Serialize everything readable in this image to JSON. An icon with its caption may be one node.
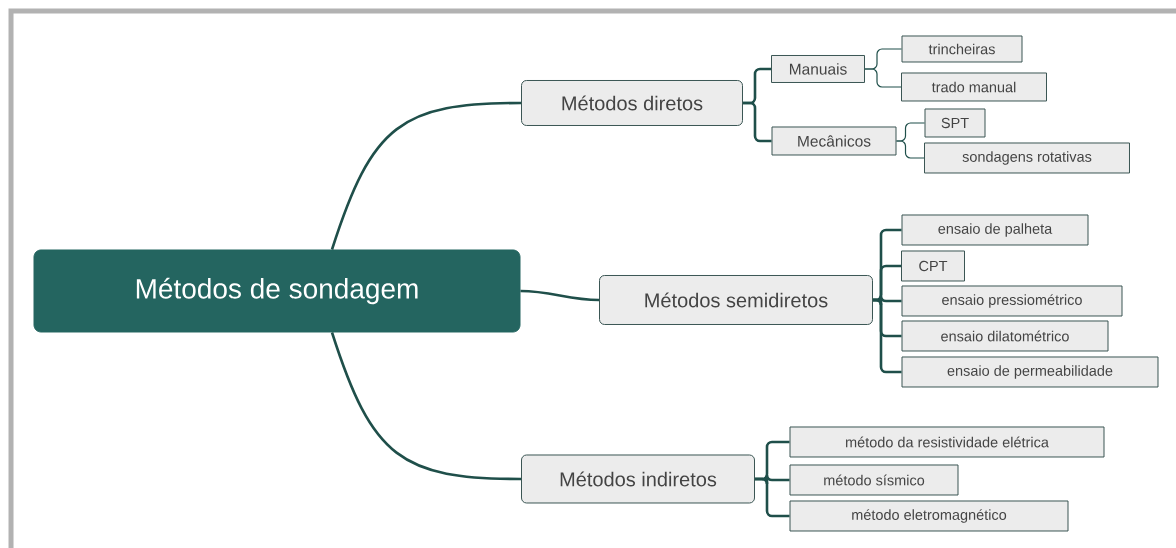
{
  "diagram": {
    "nodes": [
      {
        "text": [
          "Métodos de sondagem"
        ]
      },
      {
        "text": [
          "Métodos diretos"
        ]
      },
      {
        "text": [
          "Manuais"
        ]
      },
      {
        "text": [
          "trincheiras"
        ]
      },
      {
        "text": [
          "trado manual"
        ]
      },
      {
        "text": [
          "Mecânicos"
        ]
      },
      {
        "text": [
          "SPT"
        ]
      },
      {
        "text": [
          "sondagens rotativas"
        ]
      },
      {
        "text": [
          "Métodos semidiretos"
        ]
      },
      {
        "text": [
          "ensaio de palheta"
        ]
      },
      {
        "text": [
          "CPT"
        ]
      },
      {
        "text": [
          "ensaio pressiométrico"
        ]
      },
      {
        "text": [
          "ensaio dilatométrico"
        ]
      },
      {
        "text": [
          "ensaio de permeabilidade"
        ]
      },
      {
        "text": [
          "Métodos indiretos"
        ]
      },
      {
        "text": [
          "método da resistividade elétrica"
        ]
      },
      {
        "text": [
          "método sísmico"
        ]
      },
      {
        "text": [
          "método eletromagnético"
        ]
      }
    ],
    "edges": [
      {
        "from": 0,
        "to": 1,
        "arrow": "none"
      },
      {
        "from": 1,
        "to": 2,
        "arrow": "none"
      },
      {
        "from": 2,
        "to": 3,
        "arrow": "none"
      },
      {
        "from": 2,
        "to": 4,
        "arrow": "none"
      },
      {
        "from": 1,
        "to": 5,
        "arrow": "none"
      },
      {
        "from": 5,
        "to": 6,
        "arrow": "none"
      },
      {
        "from": 5,
        "to": 7,
        "arrow": "none"
      },
      {
        "from": 0,
        "to": 8,
        "arrow": "none"
      },
      {
        "from": 8,
        "to": 9,
        "arrow": "none"
      },
      {
        "from": 8,
        "to": 10,
        "arrow": "none"
      },
      {
        "from": 8,
        "to": 11,
        "arrow": "none"
      },
      {
        "from": 8,
        "to": 12,
        "arrow": "none"
      },
      {
        "from": 8,
        "to": 13,
        "arrow": "none"
      },
      {
        "from": 0,
        "to": 14,
        "arrow": "none"
      },
      {
        "from": 14,
        "to": 15,
        "arrow": "none"
      },
      {
        "from": 14,
        "to": 16,
        "arrow": "none"
      },
      {
        "from": 14,
        "to": 17,
        "arrow": "none"
      }
    ]
  }
}
